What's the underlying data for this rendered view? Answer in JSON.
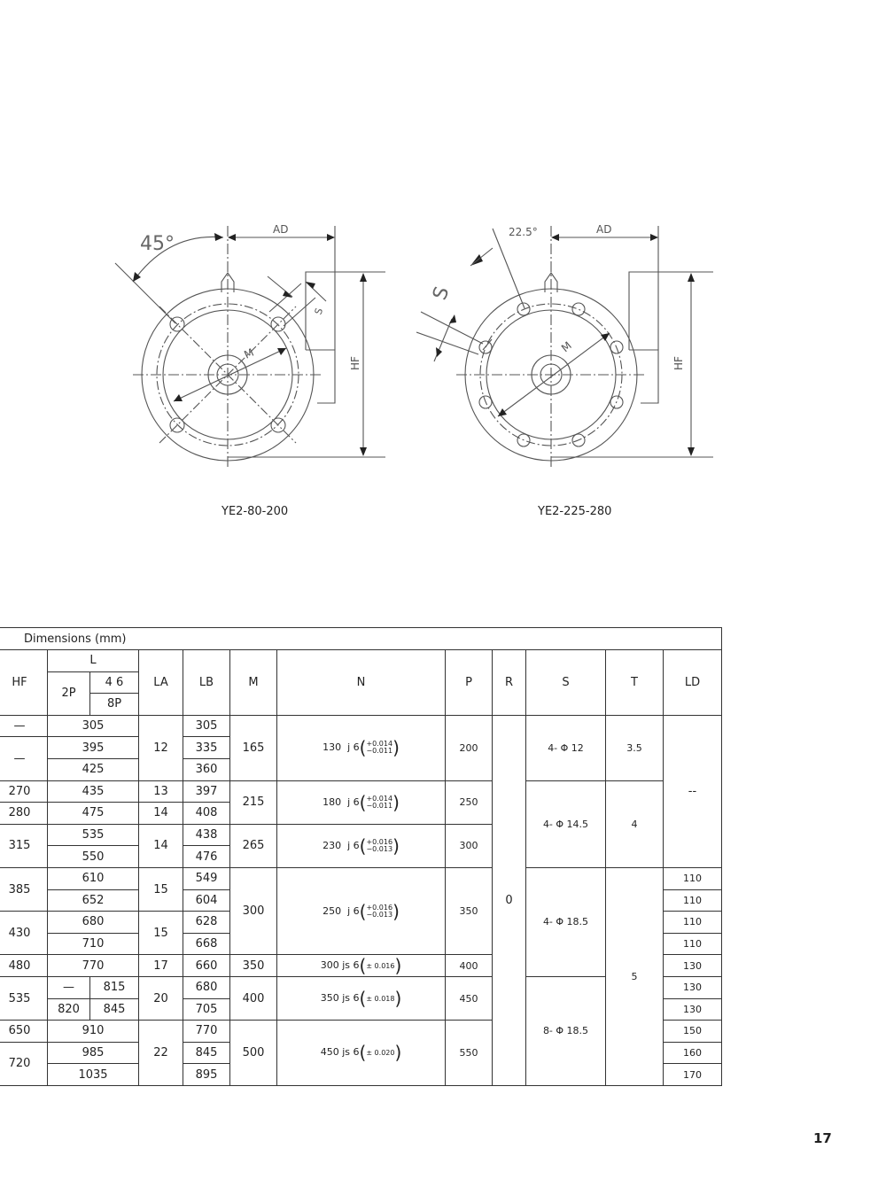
{
  "drawings": [
    {
      "caption": "YE2-80-200",
      "angle": "45°",
      "labels": {
        "ad": "AD",
        "hf": "HF",
        "m": "M",
        "s": "S"
      }
    },
    {
      "caption": "YE2-225-280",
      "angle": "22.5°",
      "labels": {
        "ad": "AD",
        "hf": "HF",
        "m": "M",
        "s": "S"
      }
    }
  ],
  "table": {
    "title": "Dimensions (mm)",
    "headers": {
      "hf": "HF",
      "l": "L",
      "l_2p": "2P",
      "l_46": "4 6",
      "l_8p": "8P",
      "la": "LA",
      "lb": "LB",
      "m": "M",
      "n": "N",
      "p": "P",
      "r": "R",
      "s": "S",
      "t": "T",
      "ld": "LD"
    },
    "hf": [
      "—",
      "—",
      "270",
      "280",
      "315",
      "385",
      "430",
      "480",
      "535",
      "650",
      "720"
    ],
    "l": [
      "305",
      "395",
      "425",
      "435",
      "475",
      "535",
      "550",
      "610",
      "652",
      "680",
      "710",
      "770",
      "—",
      "815",
      "820",
      "845",
      "910",
      "985",
      "1035"
    ],
    "la": [
      "12",
      "13",
      "14",
      "14",
      "15",
      "15",
      "17",
      "20",
      "22"
    ],
    "lb": [
      "305",
      "335",
      "360",
      "397",
      "408",
      "438",
      "476",
      "549",
      "604",
      "628",
      "668",
      "660",
      "680",
      "705",
      "770",
      "845",
      "895"
    ],
    "m": [
      "165",
      "215",
      "265",
      "300",
      "350",
      "400",
      "500"
    ],
    "n": [
      {
        "base": "130",
        "fit": "j 6",
        "tol_plus": "+0.014",
        "tol_minus": "−0.011"
      },
      {
        "base": "180",
        "fit": "j 6",
        "tol_plus": "+0.014",
        "tol_minus": "−0.011"
      },
      {
        "base": "230",
        "fit": "j 6",
        "tol_plus": "+0.016",
        "tol_minus": "−0.013"
      },
      {
        "base": "250",
        "fit": "j 6",
        "tol_plus": "+0.016",
        "tol_minus": "−0.013"
      },
      {
        "base": "300",
        "fit": "js 6",
        "tol": "± 0.016"
      },
      {
        "base": "350",
        "fit": "js 6",
        "tol": "± 0.018"
      },
      {
        "base": "450",
        "fit": "js 6",
        "tol": "± 0.020"
      }
    ],
    "p": [
      "200",
      "250",
      "300",
      "350",
      "400",
      "450",
      "550"
    ],
    "r": "0",
    "s": [
      "4- Φ 12",
      "4- Φ 14.5",
      "4- Φ 18.5",
      "8- Φ 18.5"
    ],
    "t": [
      "3.5",
      "4",
      "5"
    ],
    "ld": [
      "--",
      "110",
      "110",
      "110",
      "110",
      "130",
      "130",
      "130",
      "150",
      "160",
      "170"
    ]
  },
  "page_number": "17"
}
